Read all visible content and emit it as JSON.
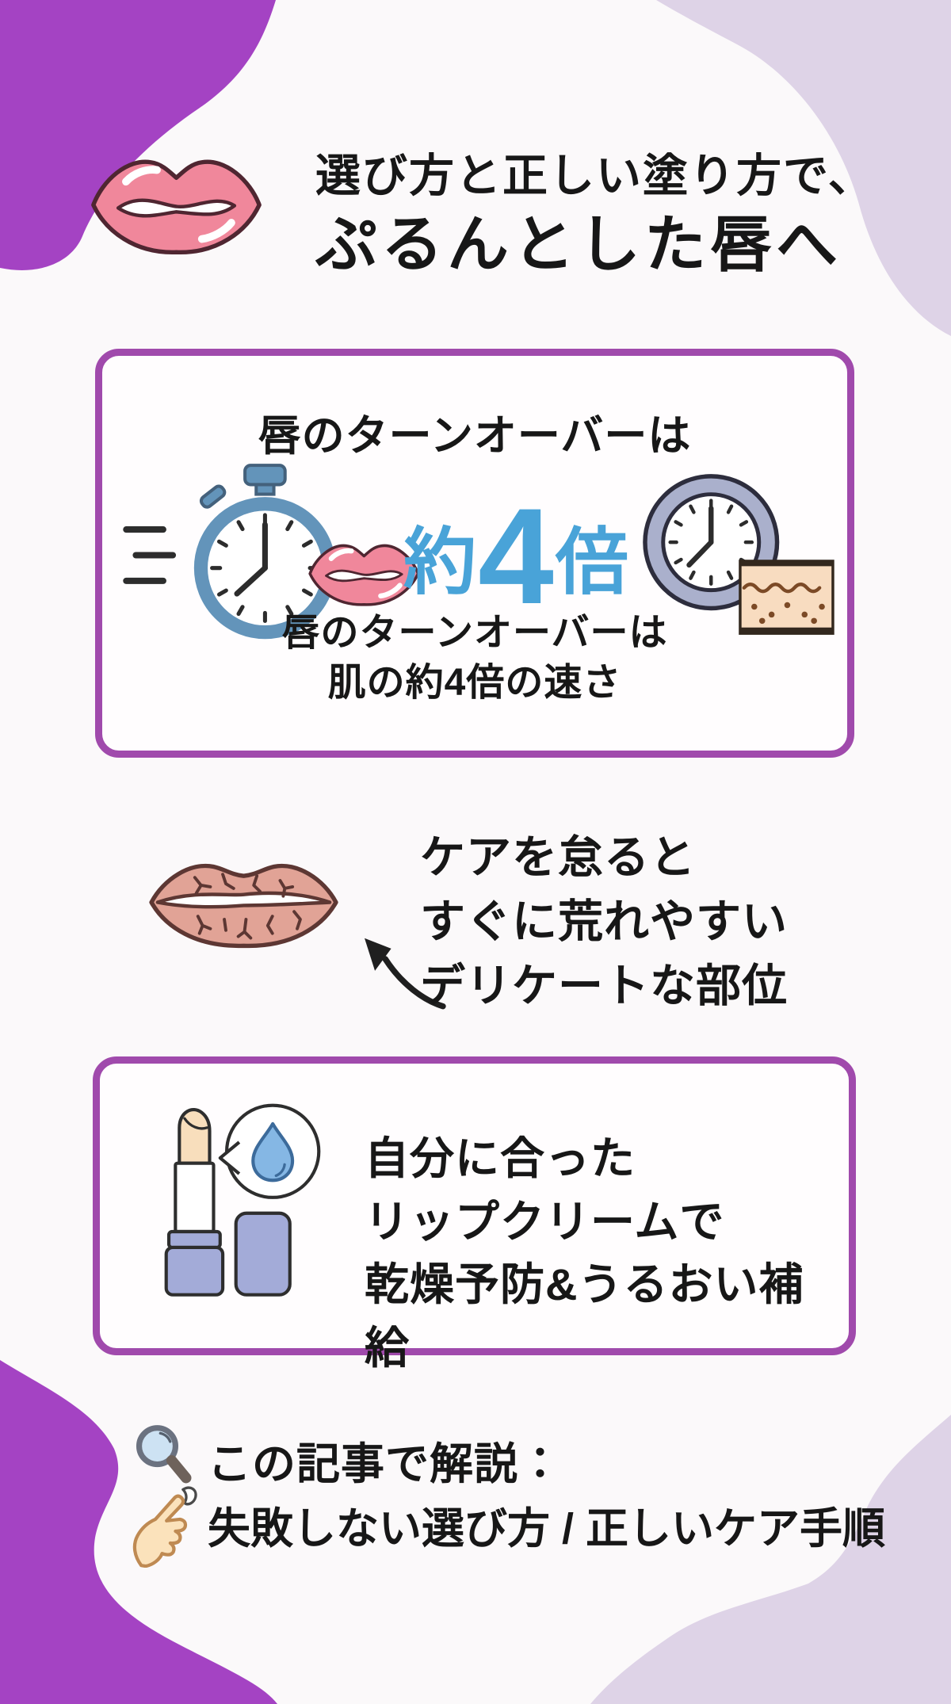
{
  "colors": {
    "background": "#fbf9fa",
    "blob_purple": "#a443c3",
    "blob_lavender": "#ded3e7",
    "box_border_purple": "#a04aac",
    "stat_blue": "#49a3d8",
    "text_black": "#171717",
    "lips_pink": "#f0879b",
    "chapped_lips_rose": "#e1a396",
    "stopwatch_blue": "#6394ba",
    "clock_lavender": "#aab0cc",
    "skin_peach": "#f8dcc0",
    "balm_lavender": "#a3abd8",
    "drop_blue": "#85b7e4"
  },
  "header": {
    "title_line1": "選び方と正しい塗り方で、",
    "title_line2": "ぷるんとした唇へ"
  },
  "turnover_box": {
    "heading": "唇のターンオーバーは",
    "stat_prefix": "約",
    "stat_number": "4",
    "stat_suffix": "倍",
    "caption_line1": "唇のターンオーバーは",
    "caption_line2": "肌の約4倍の速さ"
  },
  "fragile_section": {
    "line1": "ケアを怠ると",
    "line2": "すぐに荒れやすい",
    "line3": "デリケートな部位"
  },
  "balm_box": {
    "line1": "自分に合った",
    "line2": "リップクリームで",
    "line3": "乾燥予防&うるおい補給"
  },
  "footer": {
    "lead": "この記事で解説：",
    "topics": "失敗しない選び方 / 正しいケア手順"
  },
  "icons": {
    "header_lips": "lips-icon",
    "speed_lines": "speed-lines-icon",
    "stopwatch": "stopwatch-icon",
    "small_lips": "lips-small-icon",
    "clock": "clock-icon",
    "skin_layer": "skin-layer-icon",
    "chapped_lips": "chapped-lips-icon",
    "arrow": "curved-arrow-icon",
    "lip_balm": "lip-balm-stick-icon",
    "bubble_drop": "water-drop-bubble-icon",
    "magnifier": "magnifier-icon",
    "pointing_hand": "pointing-hand-icon"
  }
}
